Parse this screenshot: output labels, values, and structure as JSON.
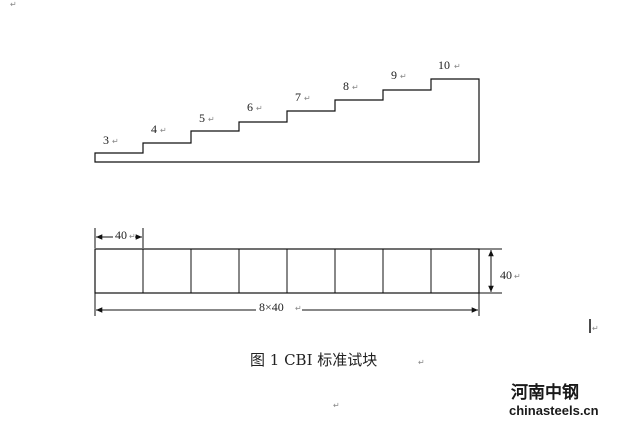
{
  "return_mark": "↵",
  "step_labels": [
    "3",
    "4",
    "5",
    "6",
    "7",
    "8",
    "9",
    "10"
  ],
  "block": {
    "cell_width_label": "40",
    "height_label": "40",
    "total_length_label": "8×40",
    "cell_count": 8
  },
  "caption": "图 1    CBI 标准试块",
  "watermark": {
    "name": "河南中钢",
    "url": "chinasteels.cn"
  }
}
